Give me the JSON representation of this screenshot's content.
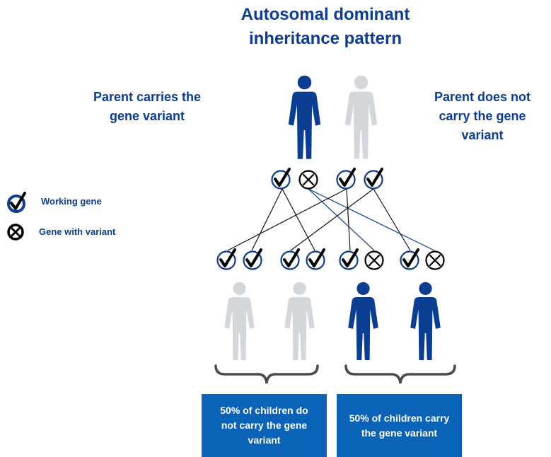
{
  "title": "Autosomal dominant inheritance pattern",
  "parents": {
    "left_label": "Parent carries the gene variant",
    "right_label": "Parent does not carry the gene variant"
  },
  "legend": {
    "working": {
      "label": "Working gene",
      "icon": "check-circle-icon"
    },
    "variant": {
      "label": "Gene with variant",
      "icon": "x-circle-icon"
    }
  },
  "results": {
    "left": "50% of children do not carry the gene variant",
    "right": "50% of children carry the gene variant"
  },
  "colors": {
    "affected": "#0b3d91",
    "unaffected": "#d3d6da",
    "box": "#0b63b8",
    "text": "#0b3d91",
    "brace": "#4a4a4a"
  }
}
